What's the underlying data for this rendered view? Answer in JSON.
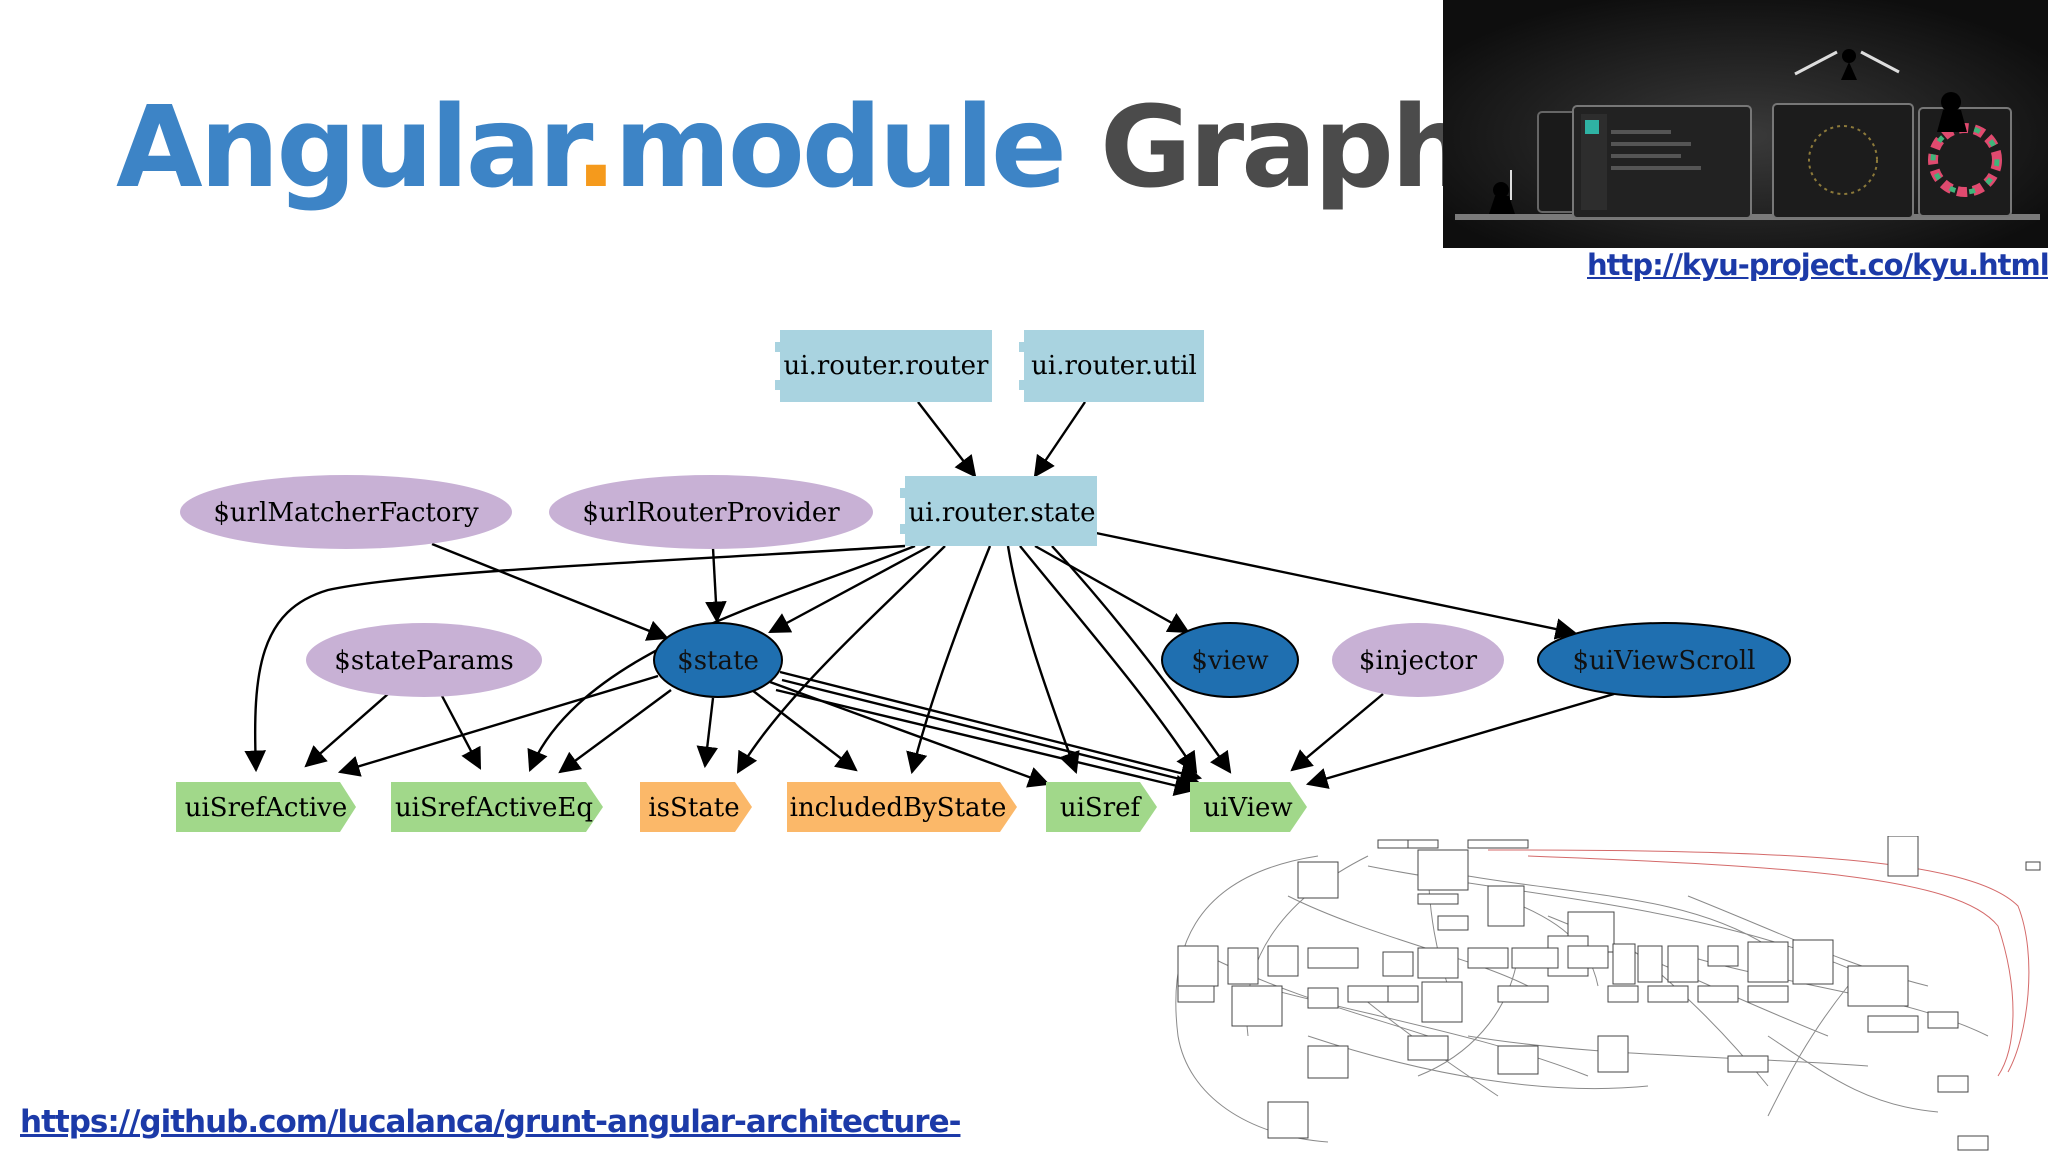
{
  "slide": {
    "title_blue": "Angular",
    "title_dot": ".",
    "title_blue2": "module",
    "title_gray": "Graph",
    "link_top": "http://kyu-project.co/kyu.html",
    "link_bottom": "https://github.com/lucalanca/grunt-angular-architecture-"
  },
  "colors": {
    "module": "#a9d3e0",
    "provider": "#c8b1d5",
    "service": "#1f6fb0",
    "directive": "#a1d88a",
    "filter": "#fbb869",
    "title_blue": "#3d84c6",
    "title_gray": "#4b4b4b",
    "title_dot": "#f59a1c",
    "link": "#1c3aa8"
  },
  "graph": {
    "nodes": {
      "router": "ui.router.router",
      "util": "ui.router.util",
      "state_module": "ui.router.state",
      "urlMatcherFactory": "$urlMatcherFactory",
      "urlRouterProvider": "$urlRouterProvider",
      "stateParams": "$stateParams",
      "state": "$state",
      "view": "$view",
      "injector": "$injector",
      "uiViewScroll": "$uiViewScroll",
      "uiSrefActive": "uiSrefActive",
      "uiSrefActiveEq": "uiSrefActiveEq",
      "isState": "isState",
      "includedByState": "includedByState",
      "uiSref": "uiSref",
      "uiView": "uiView"
    }
  }
}
